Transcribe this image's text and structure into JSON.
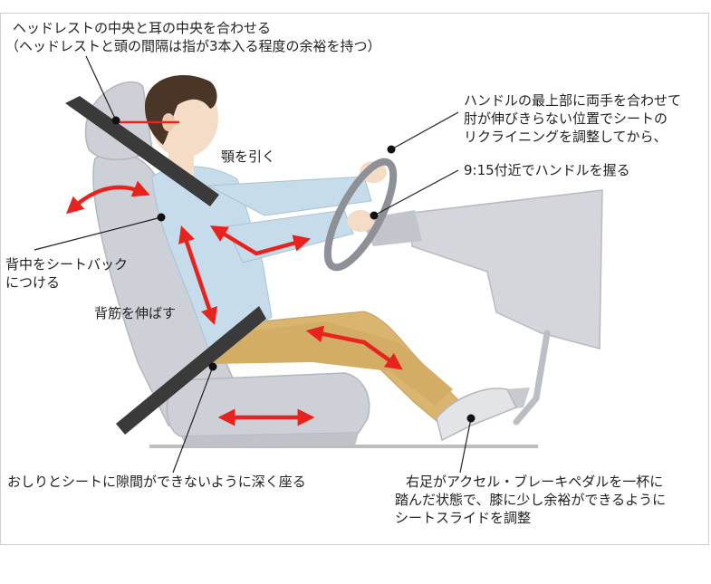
{
  "labels": {
    "headrest_line1": "ヘッドレストの中央と耳の中央を合わせる",
    "headrest_line2": "（ヘッドレストと頭の間隔は指が3本入る程度の余裕を持つ）",
    "chin": "顎を引く",
    "handle_line1": "ハンドルの最上部に両手を合わせて",
    "handle_line2": "肘が伸びきらない位置でシートの",
    "handle_line3": "リクライニングを調整してから、",
    "grip": "9:15付近でハンドルを握る",
    "back_line1": "背中をシートバック",
    "back_line2": "につける",
    "spine": "背筋を伸ばす",
    "seat": "おしりとシートに隙間ができないように深く座る",
    "foot_line1": "右足がアクセル・ブレーキペダルを一杯に",
    "foot_line2": "踏んだ状態で、膝に少し余裕ができるように",
    "foot_line3": "シートスライドを調整"
  },
  "colors": {
    "arrow": "#e8231d",
    "seat": "#c9ccd3",
    "shirt": "#c6dcea",
    "pants": "#d9b56f",
    "belt": "#3a3a3a",
    "hair": "#4a3526",
    "skin": "#f4dcc6"
  }
}
